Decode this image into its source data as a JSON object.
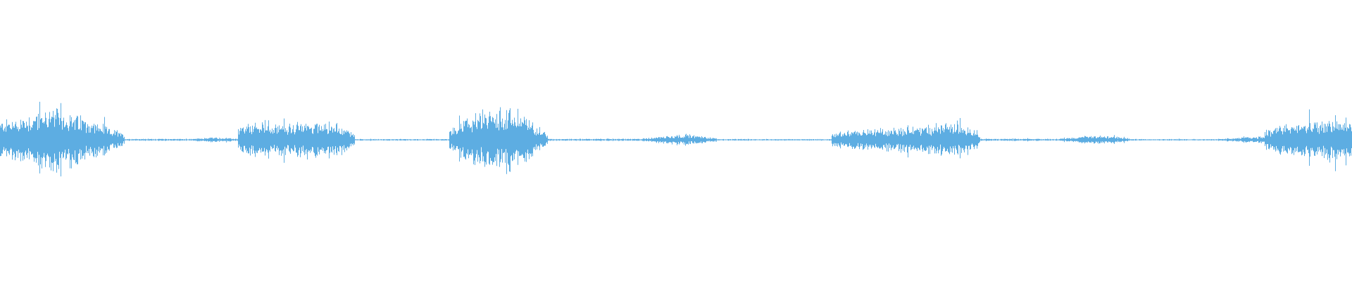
{
  "waveform": {
    "color": "#5dade2",
    "background": "#ffffff",
    "segments": [
      {
        "type": "burst",
        "start": 0.0,
        "end": 0.092,
        "peak": 0.65,
        "shape": [
          0.55,
          0.65,
          0.78,
          0.95,
          0.9,
          0.72,
          0.55,
          0.35,
          0.15
        ]
      },
      {
        "type": "quiet",
        "start": 0.092,
        "end": 0.138,
        "peak": 0.02
      },
      {
        "type": "burst",
        "start": 0.138,
        "end": 0.176,
        "peak": 0.06,
        "shape": [
          0.2,
          0.5,
          0.8,
          0.6,
          0.3
        ]
      },
      {
        "type": "burst",
        "start": 0.176,
        "end": 0.262,
        "peak": 0.42,
        "shape": [
          0.55,
          0.75,
          0.85,
          0.7,
          0.75,
          0.9,
          0.85,
          0.7,
          0.3
        ]
      },
      {
        "type": "quiet",
        "start": 0.262,
        "end": 0.332,
        "peak": 0.015
      },
      {
        "type": "burst",
        "start": 0.332,
        "end": 0.405,
        "peak": 0.6,
        "shape": [
          0.3,
          0.65,
          0.85,
          0.95,
          1.0,
          0.9,
          0.55,
          0.2
        ]
      },
      {
        "type": "quiet",
        "start": 0.405,
        "end": 0.475,
        "peak": 0.02
      },
      {
        "type": "burst",
        "start": 0.475,
        "end": 0.53,
        "peak": 0.12,
        "shape": [
          0.2,
          0.5,
          0.8,
          0.9,
          0.6,
          0.3
        ]
      },
      {
        "type": "quiet",
        "start": 0.53,
        "end": 0.615,
        "peak": 0.015
      },
      {
        "type": "burst",
        "start": 0.615,
        "end": 0.725,
        "peak": 0.36,
        "shape": [
          0.4,
          0.5,
          0.55,
          0.6,
          0.7,
          0.75,
          0.85,
          0.95,
          0.35
        ]
      },
      {
        "type": "quiet",
        "start": 0.725,
        "end": 0.785,
        "peak": 0.02
      },
      {
        "type": "burst",
        "start": 0.785,
        "end": 0.835,
        "peak": 0.1,
        "shape": [
          0.3,
          0.6,
          0.9,
          0.7,
          0.3
        ]
      },
      {
        "type": "quiet",
        "start": 0.835,
        "end": 0.905,
        "peak": 0.015
      },
      {
        "type": "burst",
        "start": 0.905,
        "end": 0.935,
        "peak": 0.08,
        "shape": [
          0.3,
          0.6,
          0.9
        ]
      },
      {
        "type": "burst",
        "start": 0.935,
        "end": 1.0,
        "peak": 0.4,
        "shape": [
          0.5,
          0.7,
          0.85,
          0.9,
          1.0,
          0.95
        ]
      }
    ]
  }
}
